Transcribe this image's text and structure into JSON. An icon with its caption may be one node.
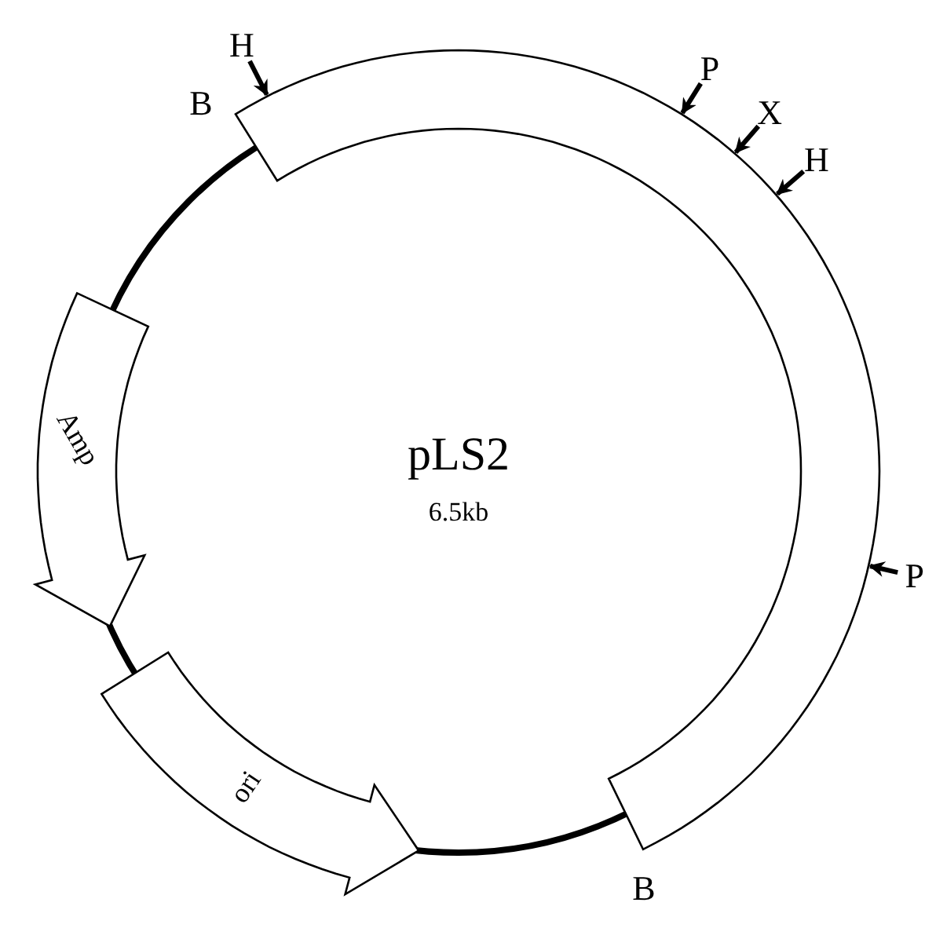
{
  "diagram": {
    "nodes": [
      {
        "text": [
          "pLS2",
          "6.5kb"
        ]
      },
      {
        "text": [
          "Amp"
        ]
      },
      {
        "text": [
          "ori"
        ]
      },
      {
        "text": [],
        "shape": "bar"
      },
      {
        "text": [
          "H"
        ]
      },
      {
        "text": [
          "P"
        ]
      },
      {
        "text": [
          "X"
        ]
      },
      {
        "text": [
          "H"
        ]
      },
      {
        "text": [
          "P"
        ]
      }
    ],
    "edges": [
      {
        "from": 4,
        "to": 3,
        "arrow": "to"
      },
      {
        "from": 5,
        "to": 3,
        "arrow": "to"
      },
      {
        "from": 6,
        "to": 3,
        "arrow": "to"
      },
      {
        "from": 7,
        "to": 3,
        "arrow": "to"
      },
      {
        "from": 8,
        "to": 3,
        "arrow": "to"
      }
    ],
    "labels": [
      "B",
      "B"
    ]
  }
}
